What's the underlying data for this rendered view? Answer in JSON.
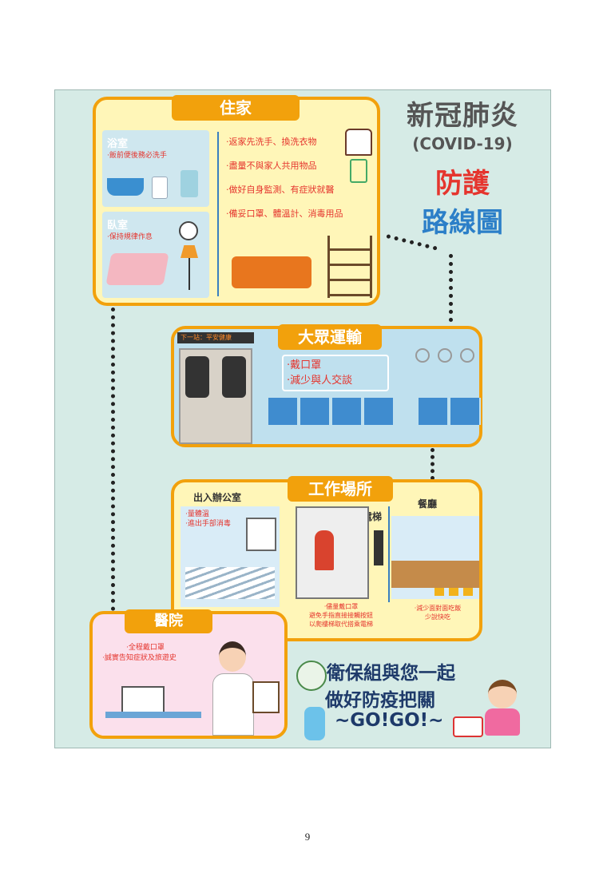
{
  "title": {
    "main": "新冠肺炎",
    "covid": "(COVID-19)",
    "line1": "防護",
    "line2": "路線圖"
  },
  "home": {
    "tab": "住家",
    "bathroom": {
      "title": "浴室",
      "tip": "‧飯前便後務必洗手"
    },
    "bedroom": {
      "title": "臥室",
      "tip": "‧保持規律作息"
    },
    "tips": [
      "‧返家先洗手、換洗衣物",
      "‧盡量不與家人共用物品",
      "‧做好自身監測、有症狀就醫",
      "‧備妥口罩、體溫計、消毒用品"
    ]
  },
  "transit": {
    "tab": "大眾運輸",
    "sign": "下一站：平安健康",
    "tips": [
      "‧戴口罩",
      "‧減少與人交談"
    ]
  },
  "work": {
    "tab": "工作場所",
    "office": {
      "title": "出入辦公室",
      "tips": [
        "‧量體溫",
        "‧進出手部消毒"
      ]
    },
    "elevator": {
      "title": "電梯",
      "tips": [
        "‧儘量戴口罩",
        "避免手指直接接觸按鈕",
        "以爬樓梯取代搭乘電梯"
      ]
    },
    "dining": {
      "title": "餐廳",
      "tips": [
        "‧減少面對面吃飯",
        "少說快吃"
      ]
    }
  },
  "hospital": {
    "tab": "醫院",
    "tips": [
      "‧全程戴口罩",
      "‧誠實告知症狀及旅遊史"
    ]
  },
  "slogan": {
    "line1": "衛保組與您一起",
    "line2": "做好防疫把關",
    "line3": "~GO!GO!~"
  },
  "page_number": "9",
  "colors": {
    "accent": "#f2a10c",
    "background": "#d6ebe6",
    "box_fill": "#fff6b8",
    "text_red": "#e5352e",
    "title_blue": "#2c7fc8",
    "title_red": "#e5352e"
  }
}
